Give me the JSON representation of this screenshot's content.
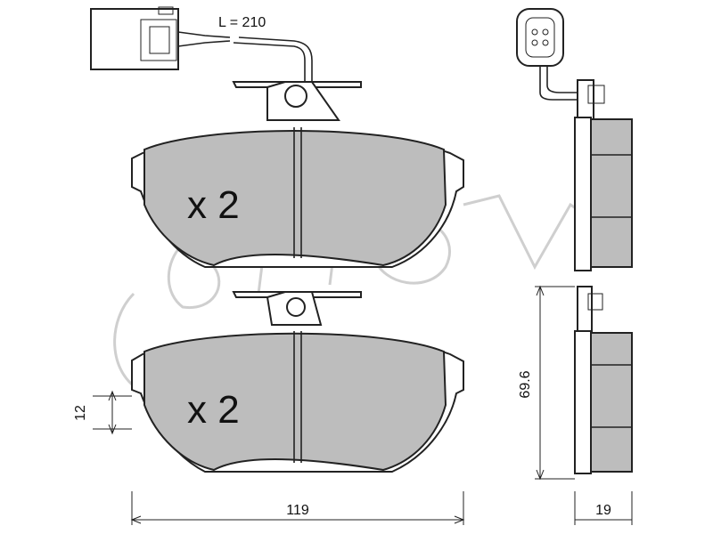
{
  "labels": {
    "wire_length": "L = 210",
    "quantity_top": "x 2",
    "quantity_bottom": "x 2",
    "width": "119",
    "height": "69.6",
    "thickness": "19",
    "step": "12"
  },
  "watermark": "cifam",
  "colors": {
    "friction_material": "#bdbdbd",
    "outline": "#222222",
    "watermark": "#cfcfcf"
  }
}
